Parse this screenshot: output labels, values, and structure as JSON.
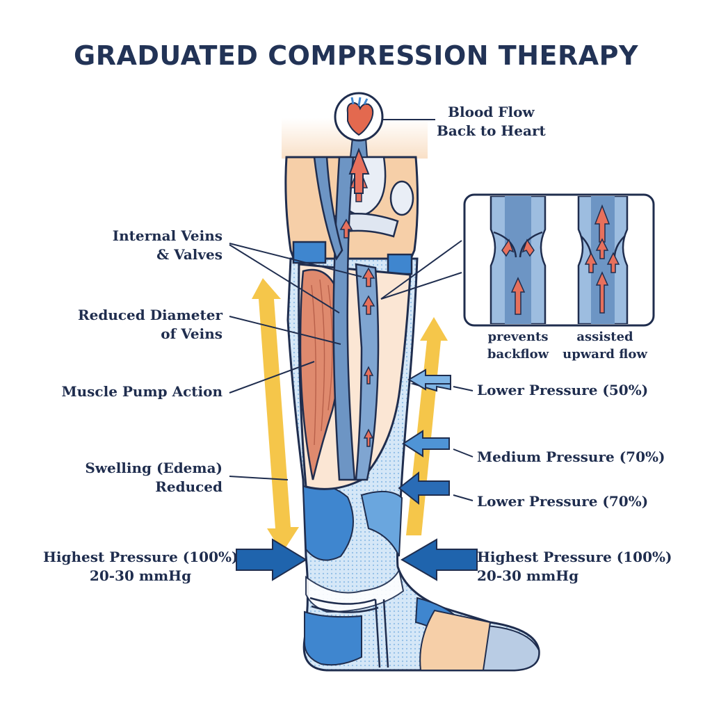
{
  "title": "GRADUATED COMPRESSION THERAPY",
  "labels": {
    "blood_flow": [
      "Blood Flow",
      "Back to Heart"
    ],
    "internal_veins": [
      "Internal Veins",
      "& Valves"
    ],
    "reduced_diameter": [
      "Reduced Diameter",
      "of Veins"
    ],
    "muscle_pump": "Muscle Pump Action",
    "swelling": [
      "Swelling (Edema)",
      "Reduced"
    ],
    "highest_left": [
      "Highest Pressure (100%)",
      "20-30 mmHg"
    ],
    "highest_right": [
      "Highest Pressure (100%)",
      "20-30 mmHg"
    ],
    "lower_50": "Lower Pressure (50%)",
    "medium_70": "Medium Pressure (70%)",
    "lower_70": "Lower Pressure (70%)",
    "prevents": [
      "prevents",
      "backflow"
    ],
    "assisted": [
      "assisted",
      "upward flow"
    ]
  },
  "icons": [
    "heart-icon",
    "pressure-arrow-icon",
    "flow-arrow-icon",
    "valve-icon"
  ],
  "colors": {
    "navy": "#1f2d4e",
    "stocking_blue": "#3f86cf",
    "light_blue": "#a9cdee",
    "vein_blue": "#6d95c4",
    "muscle": "#df8a6e",
    "skin": "#f6cfa8",
    "flow_arrow": "#e7705c",
    "yellow_arrow": "#f5c64a",
    "pressure_arrow": "#1f64ad"
  }
}
